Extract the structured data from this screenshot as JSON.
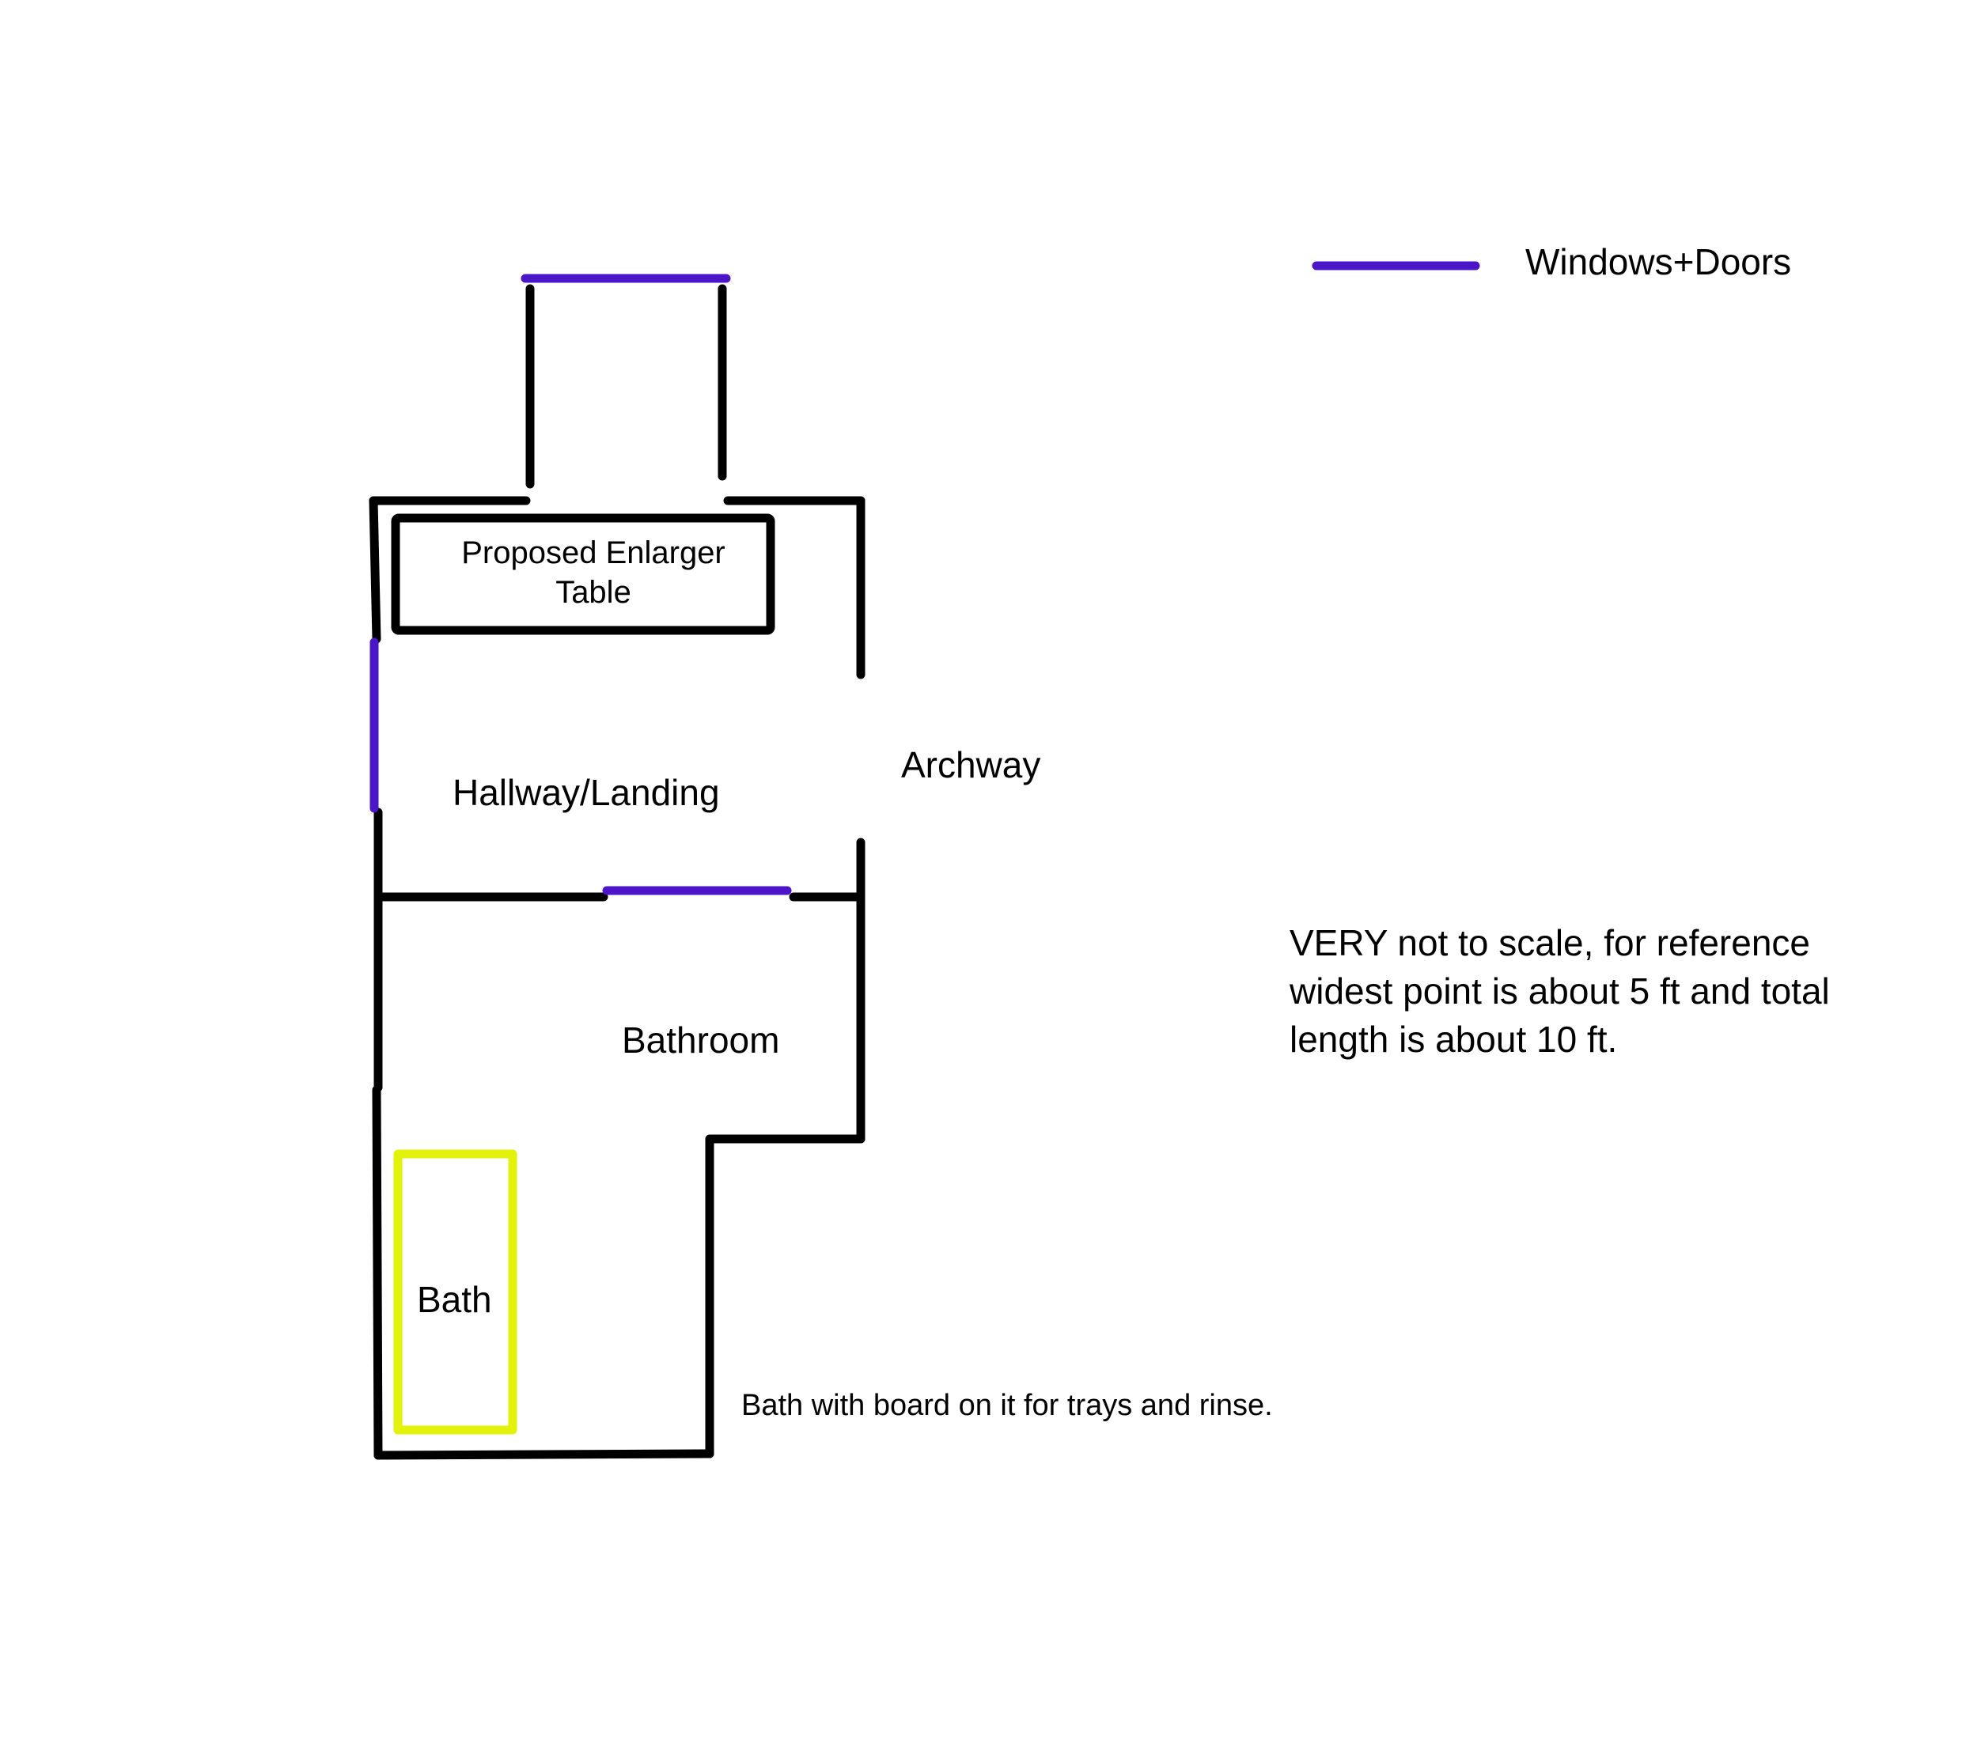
{
  "legend": {
    "label": "Windows+Doors",
    "color": "#4a16c8"
  },
  "rooms": {
    "enlarger_table": {
      "line1": "Proposed Enlarger",
      "line2": "Table"
    },
    "hallway": "Hallway/Landing",
    "archway": "Archway",
    "bathroom": "Bathroom",
    "bath": "Bath"
  },
  "bath_note": "Bath with board on it for trays and rinse.",
  "scale_note": {
    "line1": "VERY not to scale, for reference",
    "line2": "widest point is about 5 ft and total",
    "line3": "length is about 10 ft."
  },
  "colors": {
    "wall": "#000000",
    "bath_outline": "#e2f20a"
  }
}
